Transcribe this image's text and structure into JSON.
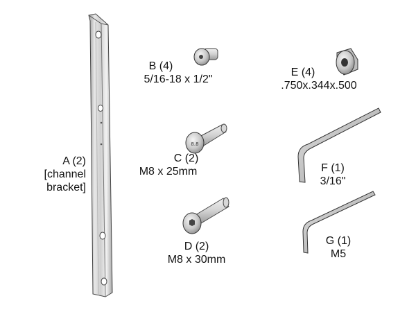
{
  "parts": {
    "A": {
      "line1": "A (2)",
      "line2": "[channel",
      "line3": "bracket]"
    },
    "B": {
      "line1": "B (4)",
      "line2": "5/16-18 x 1/2\""
    },
    "C": {
      "line1": "C (2)",
      "line2": "M8 x 25mm",
      "mark": "8.8"
    },
    "D": {
      "line1": "D (2)",
      "line2": "M8 x 30mm"
    },
    "E": {
      "line1": "E (4)",
      "line2": ".750x.344x.500"
    },
    "F": {
      "line1": "F (1)",
      "line2": "3/16\""
    },
    "G": {
      "line1": "G (1)",
      "line2": "M5"
    }
  },
  "icons": [
    "channel-bracket-icon",
    "button-head-screw-icon",
    "washer-spacer-icon",
    "hex-key-icon"
  ],
  "colors": {
    "metal_light": "#e6e6e6",
    "metal_mid": "#c4c4c4",
    "metal_dark": "#8a8a8a",
    "outline": "#333333"
  }
}
